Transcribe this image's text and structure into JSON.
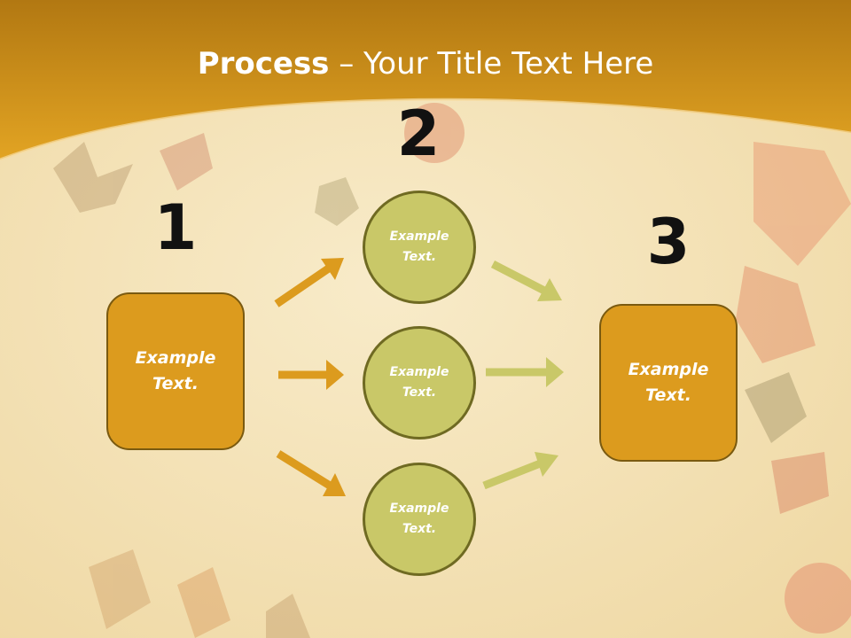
{
  "title": {
    "bold": "Process",
    "rest": " – Your Title Text Here"
  },
  "steps": [
    {
      "number": "1",
      "label": "Example\nText."
    },
    {
      "number": "2",
      "label": "Example\nText."
    },
    {
      "number": "3",
      "label": "Example\nText."
    }
  ],
  "circles": [
    {
      "label": "Example\nText."
    },
    {
      "label": "Example\nText."
    },
    {
      "label": "Example\nText."
    }
  ],
  "colors": {
    "header": "#dc9b1e",
    "background": "#f5e7c3",
    "box_fill": "#dc9b1e",
    "circle_fill": "#c9c868",
    "orange_arrow": "#dc9b1e",
    "green_arrow": "#c9c868"
  }
}
